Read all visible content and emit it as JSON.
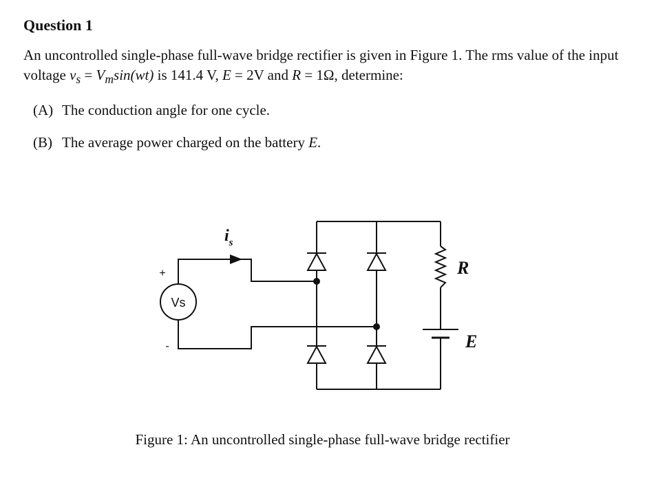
{
  "question": {
    "title": "Question 1",
    "p1": "An uncontrolled single-phase full-wave bridge rectifier is given in Figure 1. The rms value of the input voltage ",
    "vs_sym": "v",
    "vs_sub": "s",
    "eq1": " = ",
    "vm_sym": "V",
    "vm_sub": "m",
    "sin_expr": "sin(wt)",
    "p2": " is 141.4 V, ",
    "e_sym": "E",
    "p3": " = 2V and ",
    "r_sym": "R",
    "p4": " = 1Ω, determine:"
  },
  "items": [
    {
      "label": "(A)",
      "text": "The conduction angle for one cycle.",
      "tail": ""
    },
    {
      "label": "(B)",
      "text": "The average power charged on the battery ",
      "var": "E",
      "tail": "."
    }
  ],
  "circuit": {
    "source_label": "Vs",
    "plus": "+",
    "minus": "-",
    "current_label": "i",
    "current_sub": "s",
    "resistor_label": "R",
    "battery_label": "E"
  },
  "caption": "Figure 1: An uncontrolled single-phase full-wave bridge rectifier"
}
